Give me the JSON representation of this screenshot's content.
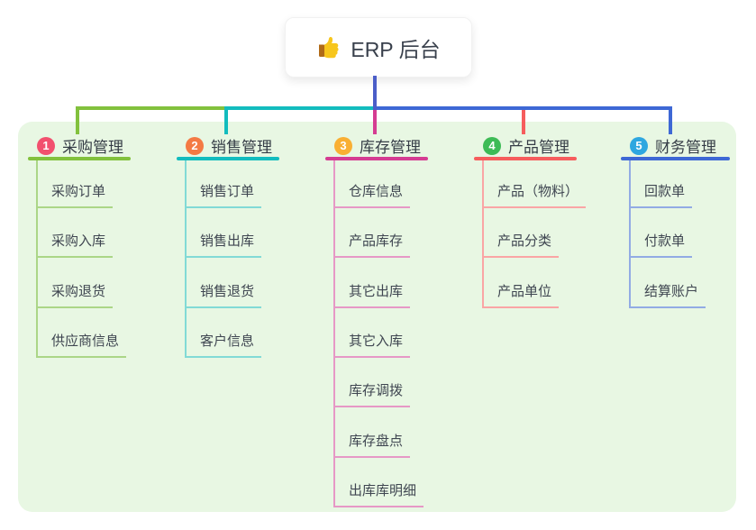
{
  "root": {
    "label": "ERP 后台",
    "icon": "thumbs-up"
  },
  "branches": [
    {
      "badge": "1",
      "title": "采购管理",
      "badge_color": "#F2506E",
      "line_color": "#82C13D",
      "sub_line_color": "#ABD687",
      "children": [
        "采购订单",
        "采购入库",
        "采购退货",
        "供应商信息"
      ]
    },
    {
      "badge": "2",
      "title": "销售管理",
      "badge_color": "#F47A44",
      "line_color": "#13BCBE",
      "sub_line_color": "#82DAD6",
      "children": [
        "销售订单",
        "销售出库",
        "销售退货",
        "客户信息"
      ]
    },
    {
      "badge": "3",
      "title": "库存管理",
      "badge_color": "#F9AF33",
      "line_color": "#D53C92",
      "sub_line_color": "#E698C6",
      "children": [
        "仓库信息",
        "产品库存",
        "其它出库",
        "其它入库",
        "库存调拨",
        "库存盘点",
        "出库库明细"
      ]
    },
    {
      "badge": "4",
      "title": "产品管理",
      "badge_color": "#3DBB56",
      "line_color": "#F65D5D",
      "sub_line_color": "#FAA5A5",
      "children": [
        "产品（物料）",
        "产品分类",
        "产品单位"
      ]
    },
    {
      "badge": "5",
      "title": "财务管理",
      "badge_color": "#2EA7E0",
      "line_color": "#3E68D5",
      "sub_line_color": "#92ABE4",
      "children": [
        "回款单",
        "付款单",
        "结算账户"
      ]
    }
  ],
  "colors": {
    "panel_bg": "#E8F7E3",
    "root_line": "#4B5EC8",
    "card_bg": "#FFFFFF",
    "title_text": "#353C46",
    "sub_text": "#3F4651"
  }
}
